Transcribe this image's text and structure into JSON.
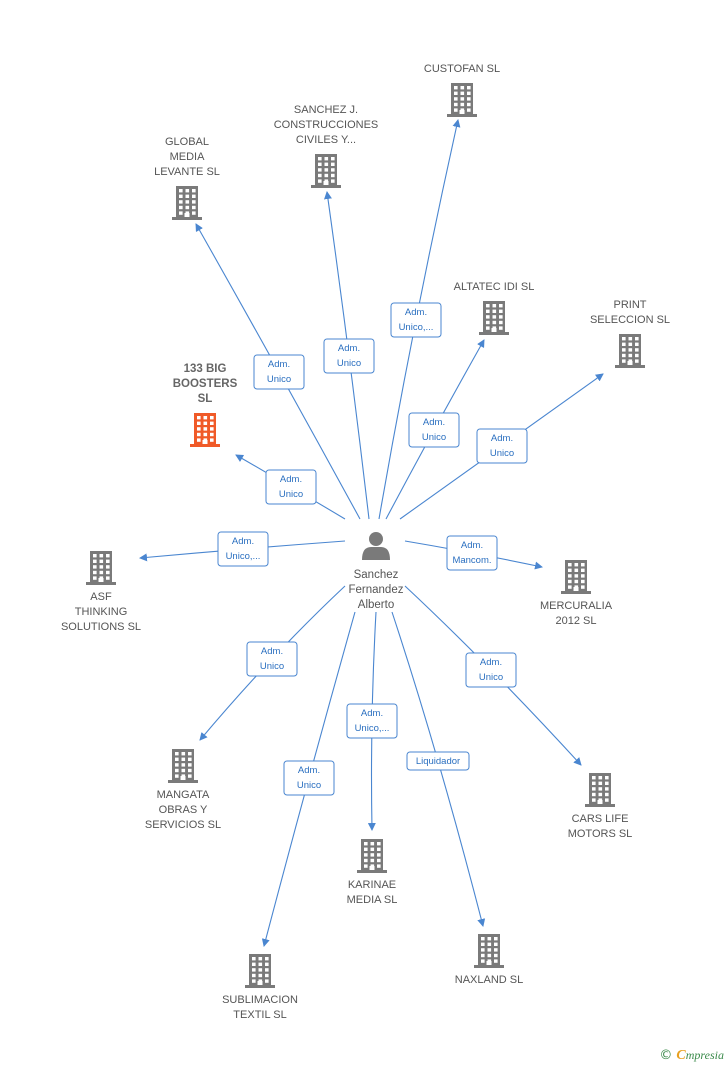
{
  "colors": {
    "edge": "#4a86d0",
    "building": "#7a7a7a",
    "building_highlight": "#f05a28",
    "person": "#7a7a7a"
  },
  "center": {
    "icon": "person-icon",
    "label": "Sanchez\nFernandez\nAlberto"
  },
  "nodes": [
    {
      "id": "custofan",
      "label": "CUSTOFAN  SL",
      "icon": "building-icon"
    },
    {
      "id": "sanchez-j",
      "label": "SANCHEZ J.\nCONSTRUCCIONES\nCIVILES Y...",
      "icon": "building-icon"
    },
    {
      "id": "global-media",
      "label": "GLOBAL\nMEDIA\nLEVANTE  SL",
      "icon": "building-icon"
    },
    {
      "id": "altatec",
      "label": "ALTATEC IDI SL",
      "icon": "building-icon"
    },
    {
      "id": "print-seleccion",
      "label": "PRINT\nSELECCION SL",
      "icon": "building-icon"
    },
    {
      "id": "133-big",
      "label": "133 BIG\nBOOSTERS\nSL",
      "icon": "building-icon",
      "highlight": true
    },
    {
      "id": "asf",
      "label": "ASF\nTHINKING\nSOLUTIONS  SL",
      "icon": "building-icon"
    },
    {
      "id": "mercuralia",
      "label": "MERCURALIA\n2012 SL",
      "icon": "building-icon"
    },
    {
      "id": "mangata",
      "label": "MANGATA\nOBRAS Y\nSERVICIOS  SL",
      "icon": "building-icon"
    },
    {
      "id": "cars-life",
      "label": "CARS LIFE\nMOTORS  SL",
      "icon": "building-icon"
    },
    {
      "id": "karinae",
      "label": "KARINAE\nMEDIA  SL",
      "icon": "building-icon"
    },
    {
      "id": "sublimacion",
      "label": "SUBLIMACION\nTEXTIL  SL",
      "icon": "building-icon"
    },
    {
      "id": "naxland",
      "label": "NAXLAND  SL",
      "icon": "building-icon"
    }
  ],
  "edges": [
    {
      "to": "custofan",
      "label": "Adm.\nUnico,..."
    },
    {
      "to": "sanchez-j",
      "label": "Adm.\nUnico"
    },
    {
      "to": "global-media",
      "label": "Adm.\nUnico"
    },
    {
      "to": "altatec",
      "label": "Adm.\nUnico"
    },
    {
      "to": "print-seleccion",
      "label": "Adm.\nUnico"
    },
    {
      "to": "133-big",
      "label": "Adm.\nUnico"
    },
    {
      "to": "asf",
      "label": "Adm.\nUnico,..."
    },
    {
      "to": "mercuralia",
      "label": "Adm.\nMancom."
    },
    {
      "to": "mangata",
      "label": "Adm.\nUnico"
    },
    {
      "to": "cars-life",
      "label": "Adm.\nUnico"
    },
    {
      "to": "karinae",
      "label": "Adm.\nUnico,..."
    },
    {
      "to": "sublimacion",
      "label": "Adm.\nUnico"
    },
    {
      "to": "naxland",
      "label": "Liquidador"
    }
  ],
  "footer": {
    "copyright": "©",
    "brand_initial": "C",
    "brand_rest": "mpresia"
  }
}
